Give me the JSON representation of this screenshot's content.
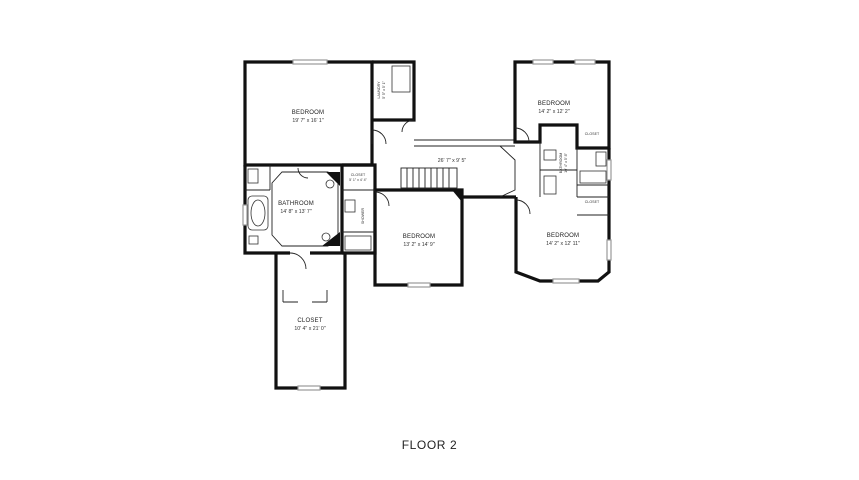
{
  "floor_label": "FLOOR 2",
  "rooms": {
    "bedroom_nw": {
      "name": "BEDROOM",
      "dims": "19' 7\" x 16' 1\""
    },
    "bedroom_ne": {
      "name": "BEDROOM",
      "dims": "14' 2\" x 12' 2\""
    },
    "bedroom_center": {
      "name": "BEDROOM",
      "dims": "13' 2\" x 14' 9\""
    },
    "bedroom_se": {
      "name": "BEDROOM",
      "dims": "14' 2\" x 12' 11\""
    },
    "bathroom": {
      "name": "BATHROOM",
      "dims": "14' 8\" x 13' 7\""
    },
    "closet_large": {
      "name": "CLOSET",
      "dims": "10' 4\" x 21' 0\""
    },
    "closet_small": {
      "name": "CLOSET",
      "dims": "5' 1\" x 4' 4\""
    },
    "laundry": {
      "name": "LAUNDRY",
      "dims": "5' 5\" x 5' 1\""
    },
    "shower": {
      "name": "SHOWER",
      "dims": ""
    },
    "hall": {
      "name": "",
      "dims": "26' 7\" x 9' 5\""
    },
    "bathroom_east": {
      "name": "BATHROOM",
      "dims": "10' 4\" x 5' 8\""
    },
    "closet_ne": {
      "name": "CLOSET",
      "dims": ""
    },
    "closet_se": {
      "name": "CLOSET",
      "dims": ""
    }
  }
}
